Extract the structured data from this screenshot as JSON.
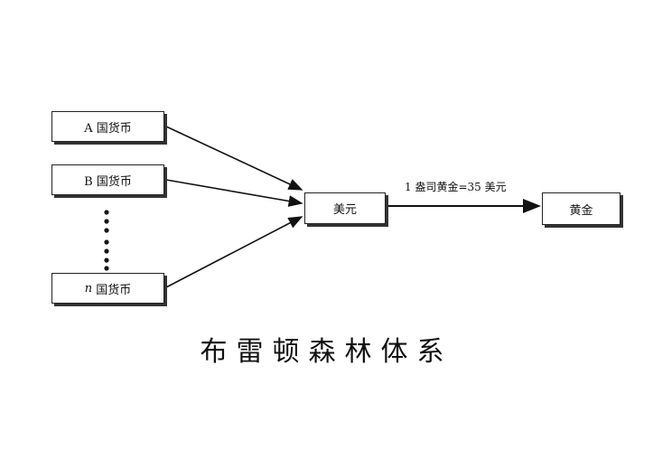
{
  "nodes": {
    "a_currency": "A 国货币",
    "b_currency": "B 国货币",
    "n_prefix": "n",
    "n_currency": "国货币",
    "usd": "美元",
    "gold": "黄金"
  },
  "edge_label": "1 盎司黄金=35 美元",
  "title": "布雷顿森林体系"
}
